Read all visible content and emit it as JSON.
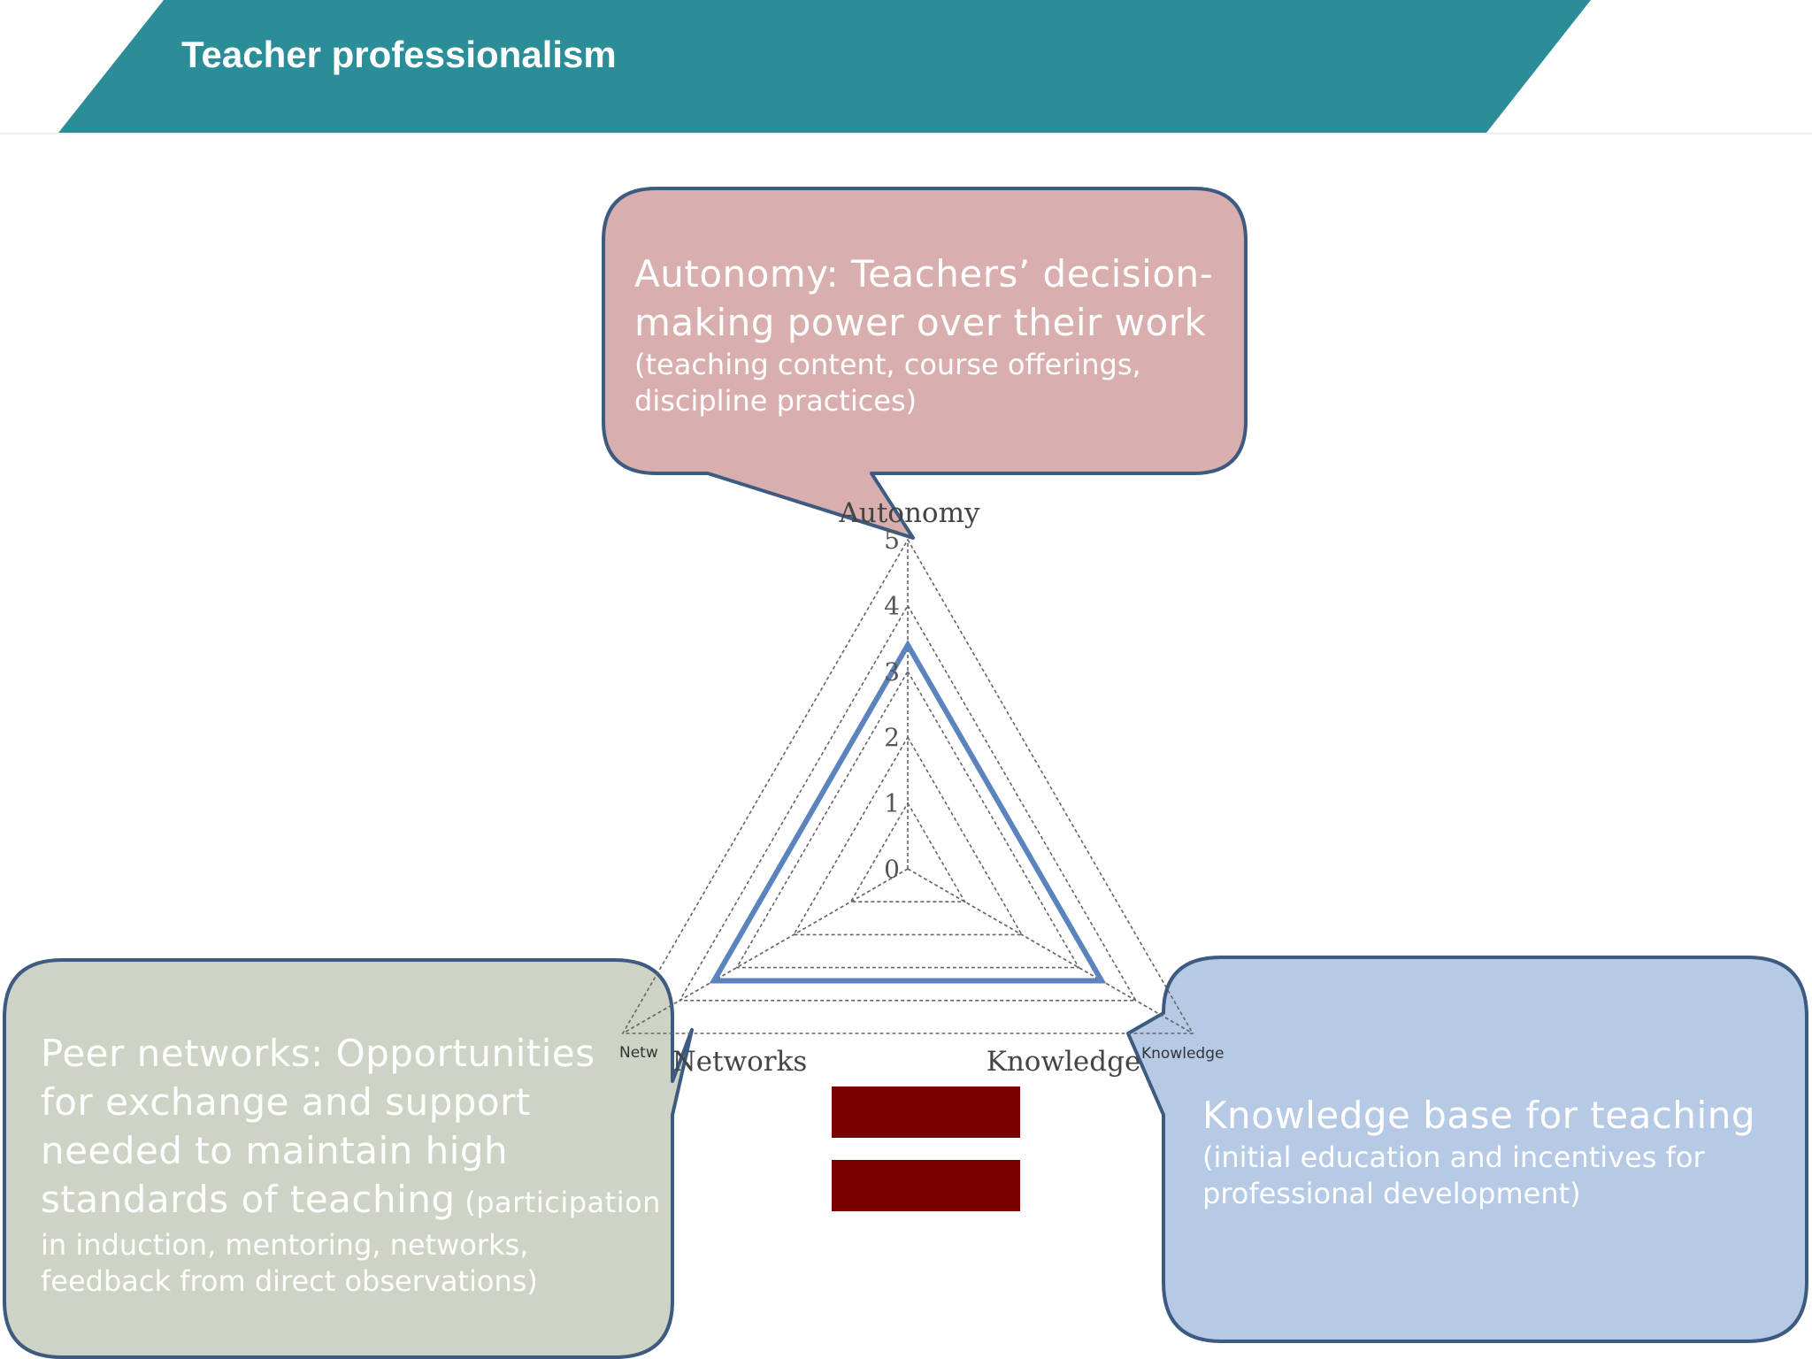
{
  "header": {
    "title": "Teacher professionalism",
    "band_color": "#2a8d98"
  },
  "callouts": {
    "autonomy": {
      "main": "Autonomy: Teachers’ decision-making power over their work",
      "main_lines": [
        "Autonomy: Teachers’ decision-",
        "making power over their work"
      ],
      "detail_lines": [
        "(teaching content, course offerings,",
        "discipline practices)"
      ],
      "fill": "#d9aeae"
    },
    "peer_networks": {
      "main_lines": [
        "Peer networks: Opportunities",
        "for exchange and support",
        "needed to maintain high",
        "standards of teaching"
      ],
      "inline_detail": " (participation",
      "detail_lines": [
        "in induction, mentoring, networks,",
        "feedback from direct observations)"
      ],
      "fill": "#ced4c5"
    },
    "knowledge": {
      "main_lines": [
        "Knowledge base for teaching"
      ],
      "detail_lines": [
        "(initial education and incentives for",
        "professional development)"
      ],
      "fill": "#b6cae6"
    },
    "border_color": "#3d5a80"
  },
  "chart_data": {
    "type": "radar",
    "axes": [
      "Autonomy",
      "Knowledge",
      "Networks"
    ],
    "r_ticks": [
      "0",
      "1",
      "2",
      "3",
      "4",
      "5"
    ],
    "rlim": [
      0,
      5
    ],
    "series": [
      {
        "values": [
          3.4,
          3.4,
          3.4
        ],
        "color": "#5b83bd"
      }
    ],
    "grid": "dashed",
    "partial_labels": {
      "networks": "Netw",
      "knowledge": "Knowledge"
    }
  },
  "flag": {
    "name": "latvia-flag",
    "colors": [
      "#780000",
      "#ffffff",
      "#780000"
    ]
  }
}
